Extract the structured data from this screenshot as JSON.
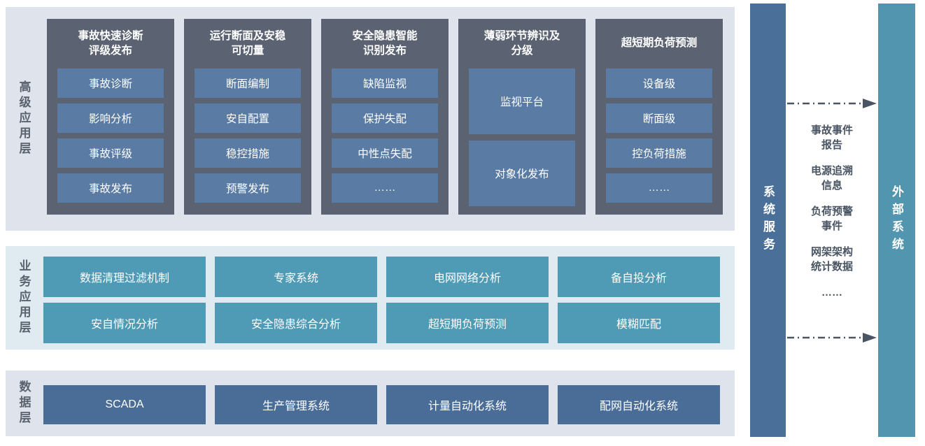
{
  "colors": {
    "layer_bg": "#dee3ec",
    "business_layer_bg": "#dfeaf1",
    "panel_bg": "#5b6372",
    "advanced_item_bg": "#5a7ca4",
    "business_item_bg": "#4f9ab4",
    "data_item_bg": "#4a6d98",
    "services_bar_bg": "#4a6f98",
    "external_bar_bg": "#5295ae",
    "layer_label_color": "#5a626e",
    "exchange_text_color": "#4a5563"
  },
  "advanced_layer": {
    "label": "高级应用层",
    "panels": [
      {
        "title": "事故快速诊断\n评级发布",
        "items": [
          "事故诊断",
          "影响分析",
          "事故评级",
          "事故发布"
        ]
      },
      {
        "title": "运行断面及安稳\n可切量",
        "items": [
          "断面编制",
          "安自配置",
          "稳控措施",
          "预警发布"
        ]
      },
      {
        "title": "安全隐患智能\n识别发布",
        "items": [
          "缺陷监视",
          "保护失配",
          "中性点失配",
          "……"
        ]
      },
      {
        "title": "薄弱环节辨识及\n分级",
        "items": [
          "监视平台",
          "对象化发布"
        ]
      },
      {
        "title": "超短期负荷预测",
        "items": [
          "设备级",
          "断面级",
          "控负荷措施",
          "……"
        ]
      }
    ]
  },
  "business_layer": {
    "label": "业务应用层",
    "row1": [
      "数据清理过滤机制",
      "专家系统",
      "电网网络分析",
      "备自投分析"
    ],
    "row2": [
      "安自情况分析",
      "安全隐患综合分析",
      "超短期负荷预测",
      "模糊匹配"
    ]
  },
  "data_layer": {
    "label": "数据层",
    "items": [
      "SCADA",
      "生产管理系统",
      "计量自动化系统",
      "配网自动化系统"
    ]
  },
  "system_services_bar": {
    "label": "系统服务"
  },
  "external_systems_bar": {
    "label": "外部系统"
  },
  "exchange": {
    "items": [
      "事故事件\n报告",
      "电源追溯\n信息",
      "负荷预警\n事件",
      "网架架构\n统计数据",
      "……"
    ]
  }
}
